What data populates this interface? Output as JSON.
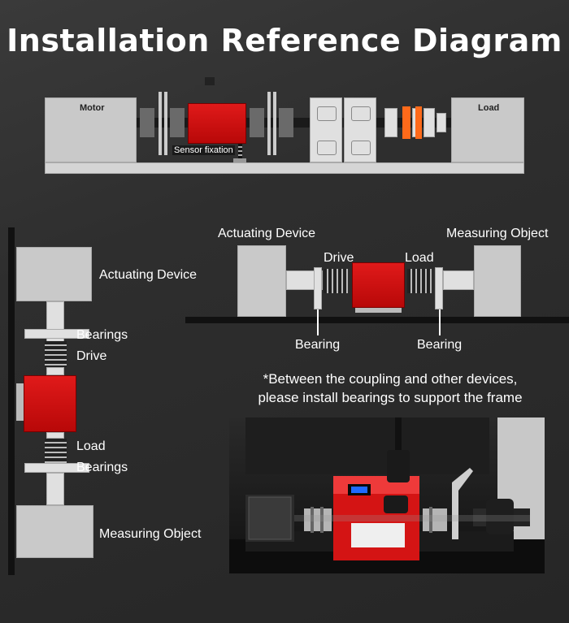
{
  "title": "Installation Reference Diagram",
  "top_diagram": {
    "motor": "Motor",
    "load": "Load",
    "sensor_fixation": "Sensor fixation"
  },
  "vertical_diagram": {
    "actuating_device": "Actuating Device",
    "bearings_top": "Bearings",
    "drive": "Drive",
    "load": "Load",
    "bearings_bottom": "Bearings",
    "measuring_object": "Measuring Object"
  },
  "horizontal_diagram": {
    "actuating_device": "Actuating Device",
    "measuring_object": "Measuring Object",
    "drive": "Drive",
    "load": "Load",
    "bearing_left": "Bearing",
    "bearing_right": "Bearing"
  },
  "note": {
    "line1": "*Between the coupling and other devices,",
    "line2": "please install bearings to support the frame"
  }
}
